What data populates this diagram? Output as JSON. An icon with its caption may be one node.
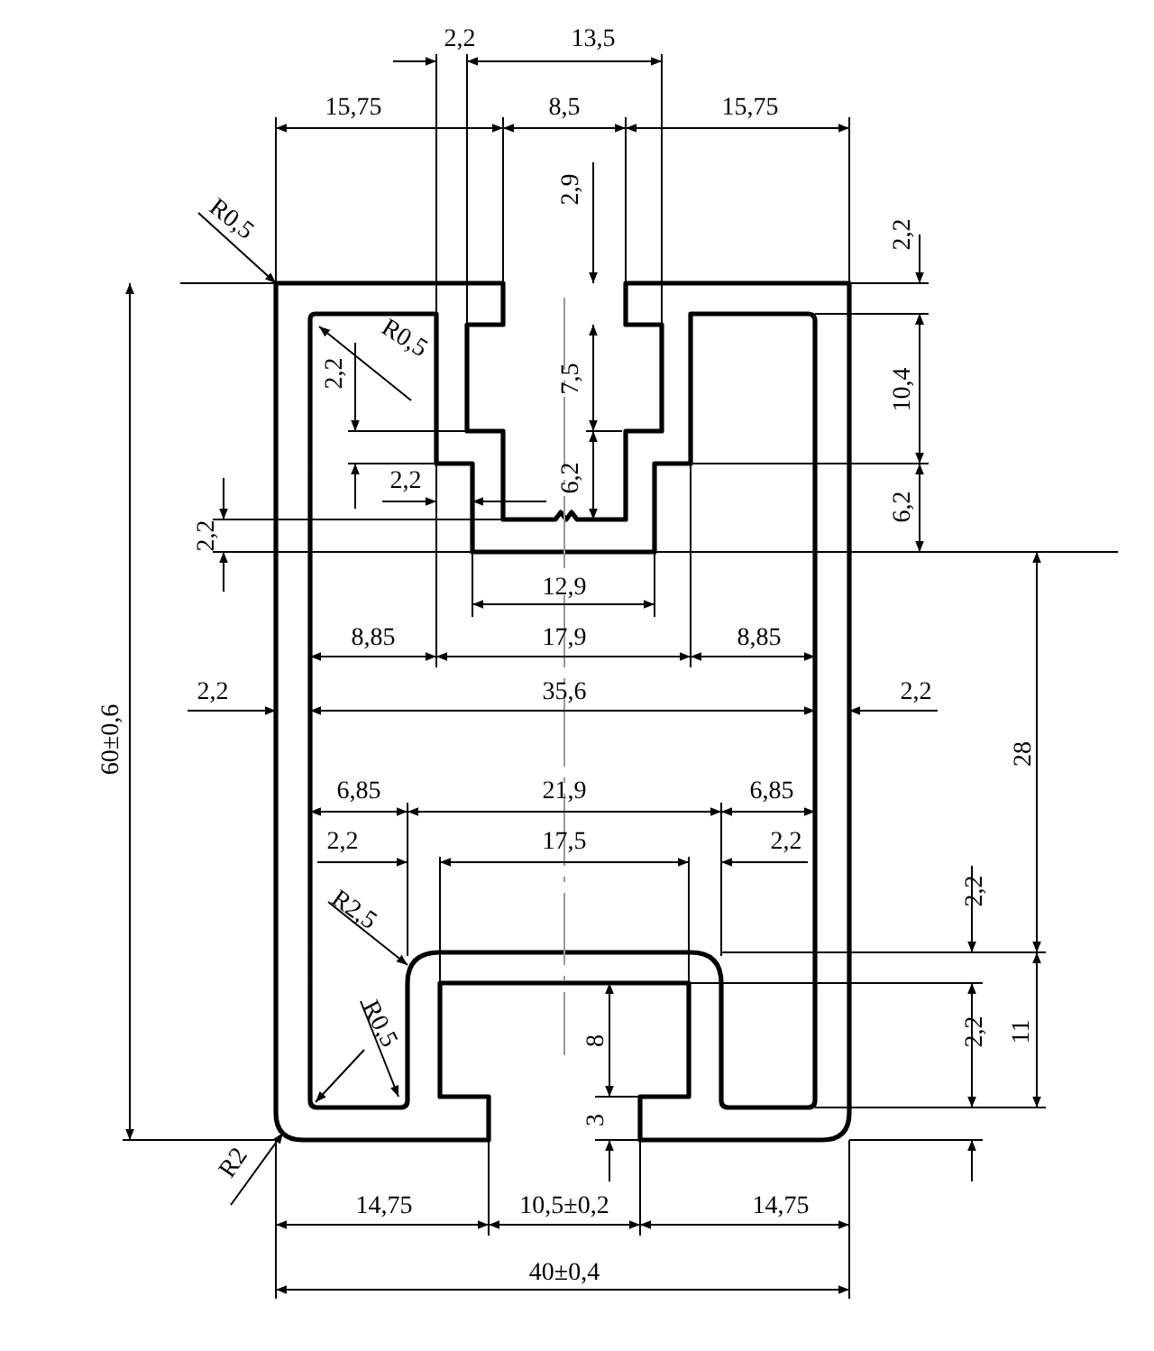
{
  "diagram": {
    "labels": [
      "2,2",
      "13,5",
      "15,75",
      "8,5",
      "15,75",
      "R0,5",
      "2,9",
      "2,2",
      "R0,5",
      "2,2",
      "7,5",
      "10,4",
      "2,2",
      "6,2",
      "2,2",
      "6,2",
      "12,9",
      "8,85",
      "17,9",
      "8,85",
      "60±0,6",
      "2,2",
      "35,6",
      "2,2",
      "28",
      "6,85",
      "21,9",
      "6,85",
      "2,2",
      "17,5",
      "2,2",
      "R2,5",
      "2,2",
      "R0,5",
      "8",
      "2,2",
      "11",
      "3",
      "R2",
      "14,75",
      "10,5±0,2",
      "14,75",
      "40±0,4"
    ]
  }
}
